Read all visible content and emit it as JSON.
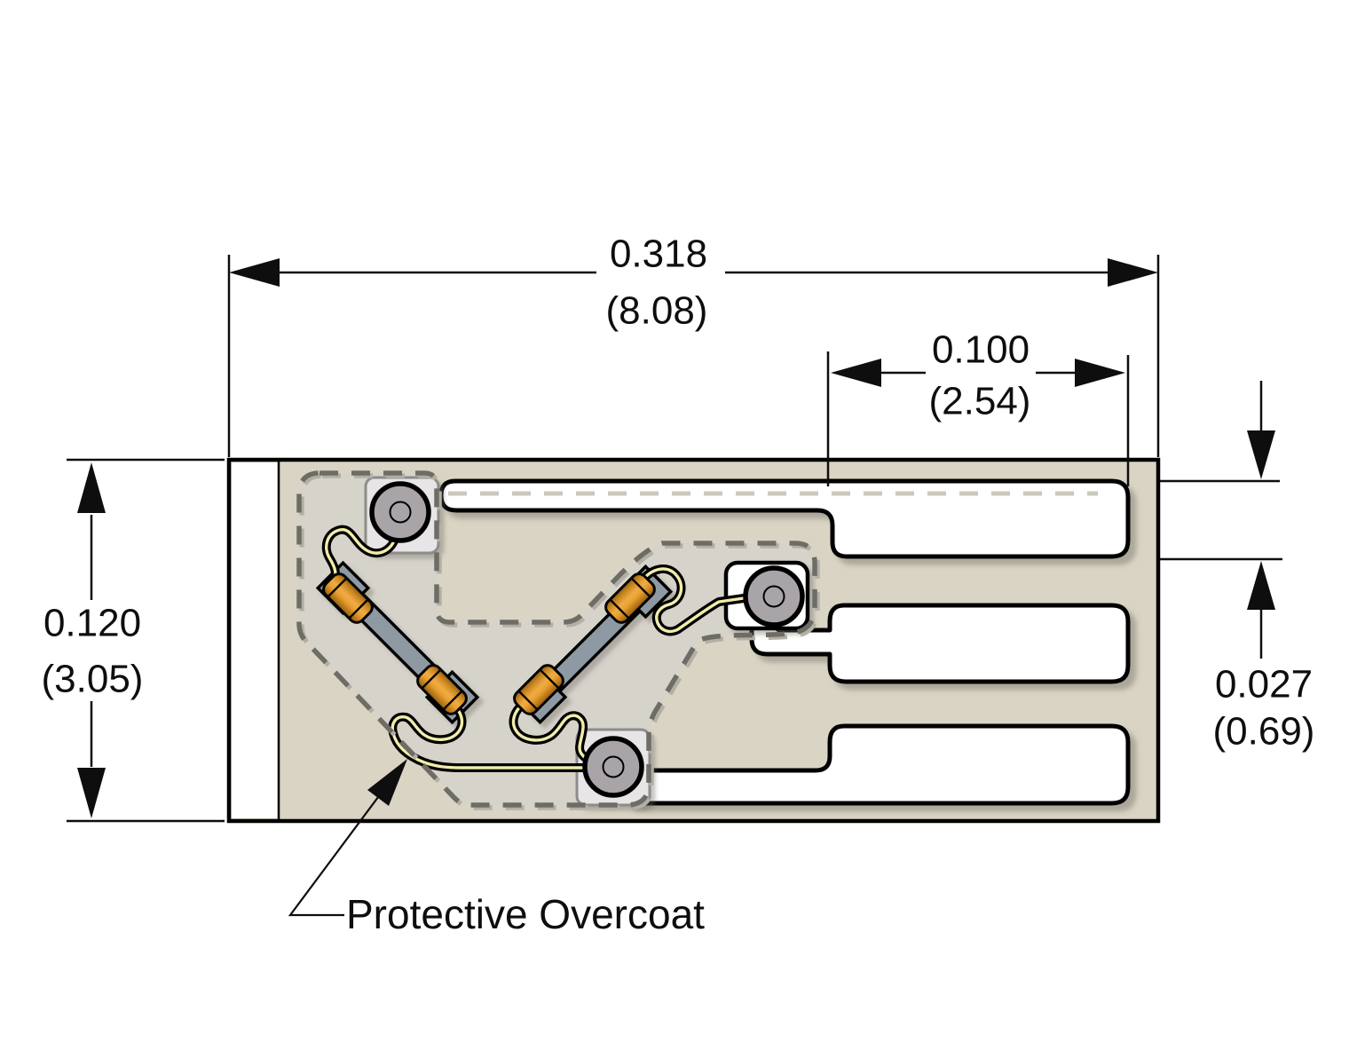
{
  "drawing": {
    "type": "technical-outline-drawing",
    "labels": {
      "protective_overcoat": "Protective Overcoat"
    },
    "dimensions": {
      "overall_width": {
        "inches": "0.318",
        "mm": "(8.08)"
      },
      "body_height": {
        "inches": "0.120",
        "mm": "(3.05)"
      },
      "contact_length": {
        "inches": "0.100",
        "mm": "(2.54)"
      },
      "contact_width": {
        "inches": "0.027",
        "mm": "(0.69)"
      }
    },
    "colors": {
      "substrate": "#d9d4c4",
      "overcoat": "#d6d3cb",
      "conductor": "#ffffff",
      "pad_circle": "#a9a4a7",
      "pad_base": "#e7e5e6",
      "gauge_bar": "#8e99a3",
      "component_orange": "#e09a2e",
      "trace_core": "#f1edaa",
      "dash": "#6d6d66",
      "outline": "#000000"
    }
  }
}
